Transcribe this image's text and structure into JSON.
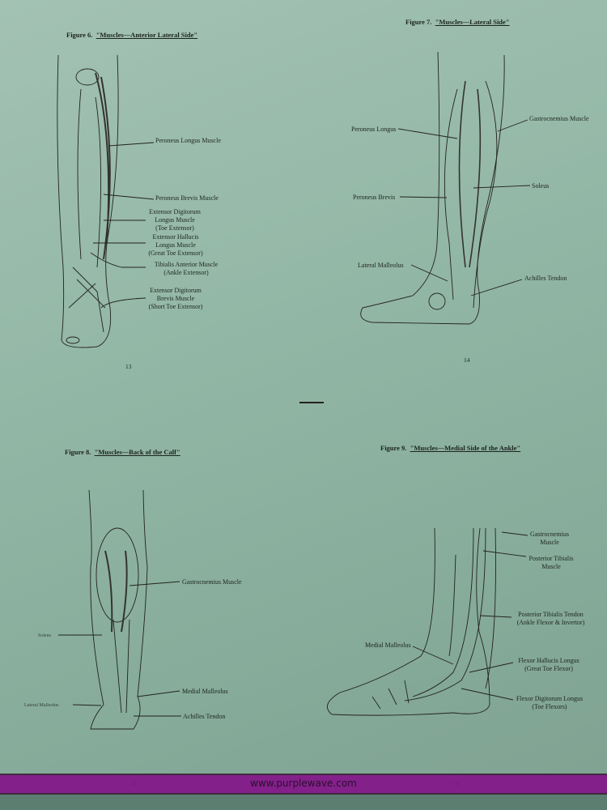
{
  "figures": [
    {
      "number": "Figure 6.",
      "title": "\"Muscles—Anterior Lateral Side\"",
      "page": "13",
      "labels": [
        "Peroneus Longus Muscle",
        "Peroneus Brevis Muscle",
        [
          "Extensor  Digitorum",
          "Longus Muscle",
          "(Toe Extensor)"
        ],
        [
          "Extensor  Hallucis",
          "Longus Muscle",
          "(Great Toe Extensor)"
        ],
        [
          "Tibialis Anterior Muscle",
          "(Ankle Extensor)"
        ],
        [
          "Extensor  Digitorum",
          "Brevis Muscle",
          "(Short Toe Extensor)"
        ]
      ]
    },
    {
      "number": "Figure 7.",
      "title": "\"Muscles—Lateral Side\"",
      "page": "14",
      "labels": [
        "Peroneus Longus",
        "Gastrocnemius Muscle",
        "Soleus",
        "Peroneus Brevis",
        "Lateral Malleolus",
        "Achilles Tendon"
      ]
    },
    {
      "number": "Figure 8.",
      "title": "\"Muscles—Back of the Calf\"",
      "labels": [
        "Gastrocnemius Muscle",
        "Soleus",
        "Lateral Malleolus",
        "Medial Malleolus",
        "Achilles Tendon"
      ]
    },
    {
      "number": "Figure 9.",
      "title": "\"Muscles—Medial Side of the Ankle\"",
      "labels": [
        [
          "Gastrocnemius",
          "Muscle"
        ],
        [
          "Posterior Tibialis",
          "Muscle"
        ],
        [
          "Posterior Tibialis Tendon",
          "(Ankle Flexor & Invertor)"
        ],
        "Medial Malleolus",
        [
          "Flexor Hallucis Longus",
          "(Great Toe Flexor)"
        ],
        [
          "Flexor Digitorum Longus",
          "(Toe Flexors)"
        ]
      ]
    }
  ],
  "footer": {
    "url": "www.purplewave.com",
    "left_page": "15",
    "right_page": "16",
    "band_color": "#84208a"
  }
}
